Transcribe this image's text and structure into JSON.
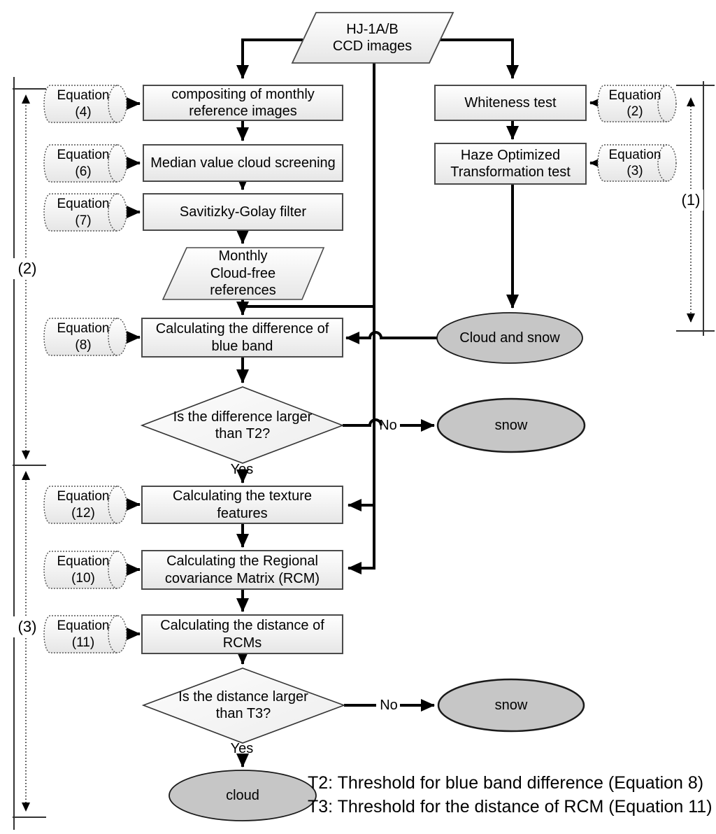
{
  "flowchart": {
    "start_label": "HJ-1A/B\nCCD images",
    "reference_branch": {
      "eq4": "Equation\n(4)",
      "compositing": "compositing of monthly\nreference images",
      "eq6": "Equation\n(6)",
      "median": "Median value cloud screening",
      "eq7": "Equation\n(7)",
      "savgol": "Savitizky-Golay filter",
      "references": "Monthly\nCloud-free\nreferences"
    },
    "test_branch": {
      "whiteness": "Whiteness test",
      "eq2": "Equation\n(2)",
      "hot": "Haze Optimized\nTransformation test",
      "eq3": "Equation\n(3)",
      "result": "Cloud and snow"
    },
    "detection": {
      "eq8": "Equation\n(8)",
      "blue_diff": "Calculating the difference of\nblue band",
      "t2_question": "Is the difference larger\nthan T2?",
      "t2_yes": "Yes",
      "t2_no": "No",
      "t2_snow": "snow",
      "eq12": "Equation\n(12)",
      "texture": "Calculating the texture\nfeatures",
      "eq10": "Equation\n(10)",
      "rcm": "Calculating the Regional\ncovariance Matrix (RCM)",
      "eq11": "Equation\n(11)",
      "distance": "Calculating the distance of\nRCMs",
      "t3_question": "Is the distance larger\nthan T3?",
      "t3_yes": "Yes",
      "t3_no": "No",
      "t3_snow": "snow",
      "cloud": "cloud"
    },
    "stages": {
      "s1": "(1)",
      "s2": "(2)",
      "s3": "(3)"
    },
    "legend": {
      "t2": "T2: Threshold for blue band difference (Equation 8)",
      "t3": "T3: Threshold for the distance of RCM (Equation 11)"
    },
    "colors": {
      "terminal_fill": "#c6c6c6",
      "node_border": "#4a4a4a",
      "line": "#000000"
    }
  }
}
